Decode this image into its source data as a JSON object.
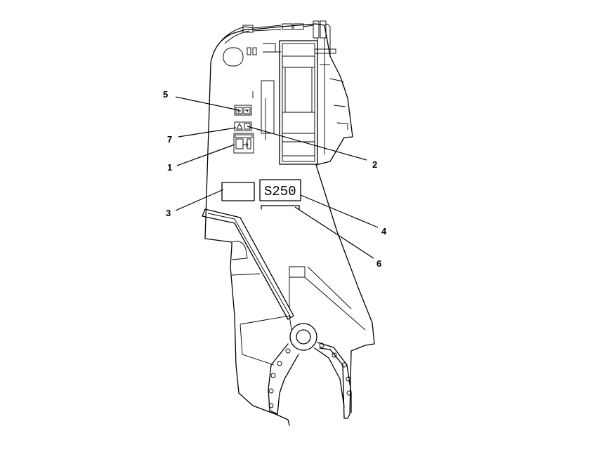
{
  "model_label": "S250",
  "callouts": [
    {
      "id": "5",
      "text": "5"
    },
    {
      "id": "7",
      "text": "7"
    },
    {
      "id": "1",
      "text": "1"
    },
    {
      "id": "3",
      "text": "3"
    },
    {
      "id": "2",
      "text": "2"
    },
    {
      "id": "4",
      "text": "4"
    },
    {
      "id": "6",
      "text": "6"
    }
  ]
}
